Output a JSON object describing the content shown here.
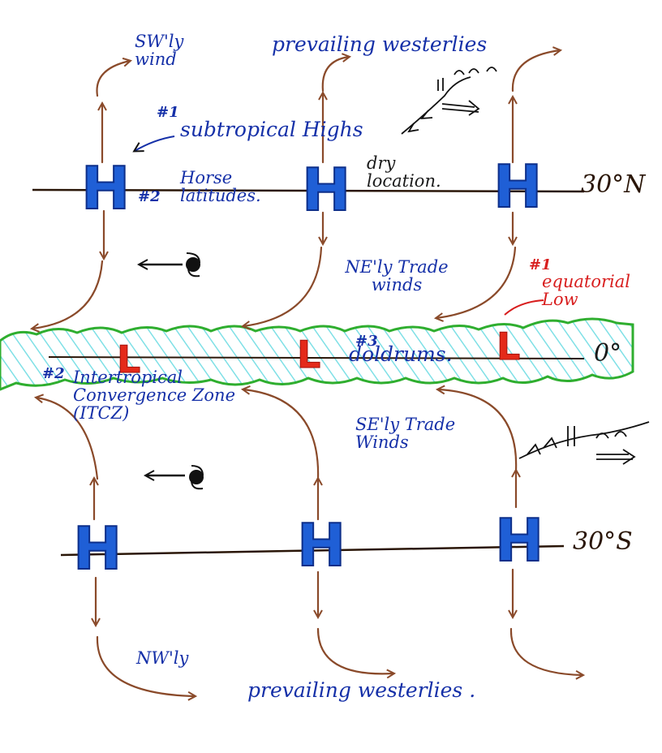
{
  "colors": {
    "pressure_high": "#1f5fd6",
    "pressure_low": "#e42a1a",
    "wind_arrows": "#8a4a2a",
    "itcz_band": "#2fae2f",
    "itcz_hatch": "#7fe0e6",
    "label_blue": "#1530a8",
    "label_red": "#d81e1e",
    "latitude_lines": "#2a1608"
  },
  "pressure": {
    "high_symbol": "H",
    "low_symbol": "L"
  },
  "latitudes": {
    "north": "30°N",
    "equator": "0°",
    "south": "30°S"
  },
  "labels": {
    "sw_wind": "SW'ly wind",
    "prevailing_westerlies_north": "prevailing westerlies",
    "subtropical_highs_tag": "#1",
    "subtropical_highs": "subtropical Highs",
    "horse_latitudes_tag": "#2",
    "horse_latitudes": "Horse latitudes.",
    "dry_location": "dry location.",
    "ne_trades": "NE'ly Trade winds",
    "equatorial_low_tag": "#1",
    "equatorial_low": "equatorial Low",
    "doldrums_tag": "#3",
    "doldrums": "doldrums.",
    "itcz_tag": "#2",
    "itcz": "Intertropical Convergence Zone (ITCZ)",
    "se_trades": "SE'ly Trade Winds",
    "nw_wind": "NW'ly",
    "prevailing_westerlies_south": "prevailing westerlies ."
  }
}
